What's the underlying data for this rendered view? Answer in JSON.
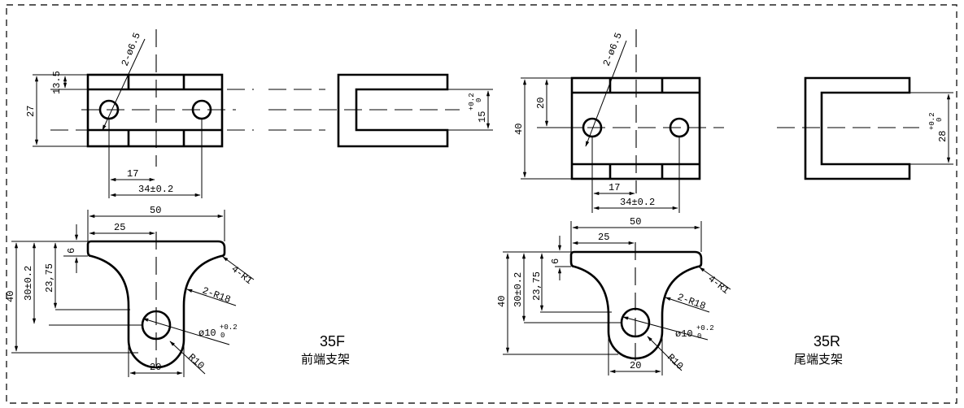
{
  "left_part": {
    "code": "35F",
    "name": "前端支架",
    "top_view_dims": {
      "holes": "2-ø6.5",
      "offset": "13.5",
      "depth": "27",
      "half_pitch": "17",
      "pitch": "34±0.2"
    },
    "side_view_dims": {
      "slot_base": "15",
      "slot_tol": "+0.2",
      "slot_tol_low": "0"
    },
    "front_view_dims": {
      "width": "50",
      "half_width": "25",
      "plate": "6",
      "center_height": "23,75",
      "hole_height": "30±0.2",
      "height": "40",
      "corner_radius": "4-R1",
      "fillet_radius": "2-R18",
      "hole_base": "ø10",
      "hole_tol": "+0.2",
      "hole_tol_low": "0",
      "end_radius": "R10",
      "bottom_width": "20"
    }
  },
  "right_part": {
    "code": "35R",
    "name": "尾端支架",
    "top_view_dims": {
      "holes": "2-ø6.5",
      "offset": "20",
      "depth": "40",
      "half_pitch": "17",
      "pitch": "34±0.2"
    },
    "side_view_dims": {
      "slot_base": "28",
      "slot_tol": "+0.2",
      "slot_tol_low": "0"
    },
    "front_view_dims": {
      "width": "50",
      "half_width": "25",
      "plate": "6",
      "center_height": "23,75",
      "hole_height": "30±0.2",
      "height": "40",
      "corner_radius": "4-R1",
      "fillet_radius": "2-R18",
      "hole_base": "ø10",
      "hole_tol": "+0.2",
      "hole_tol_low": "0",
      "end_radius": "R10",
      "bottom_width": "20"
    }
  }
}
